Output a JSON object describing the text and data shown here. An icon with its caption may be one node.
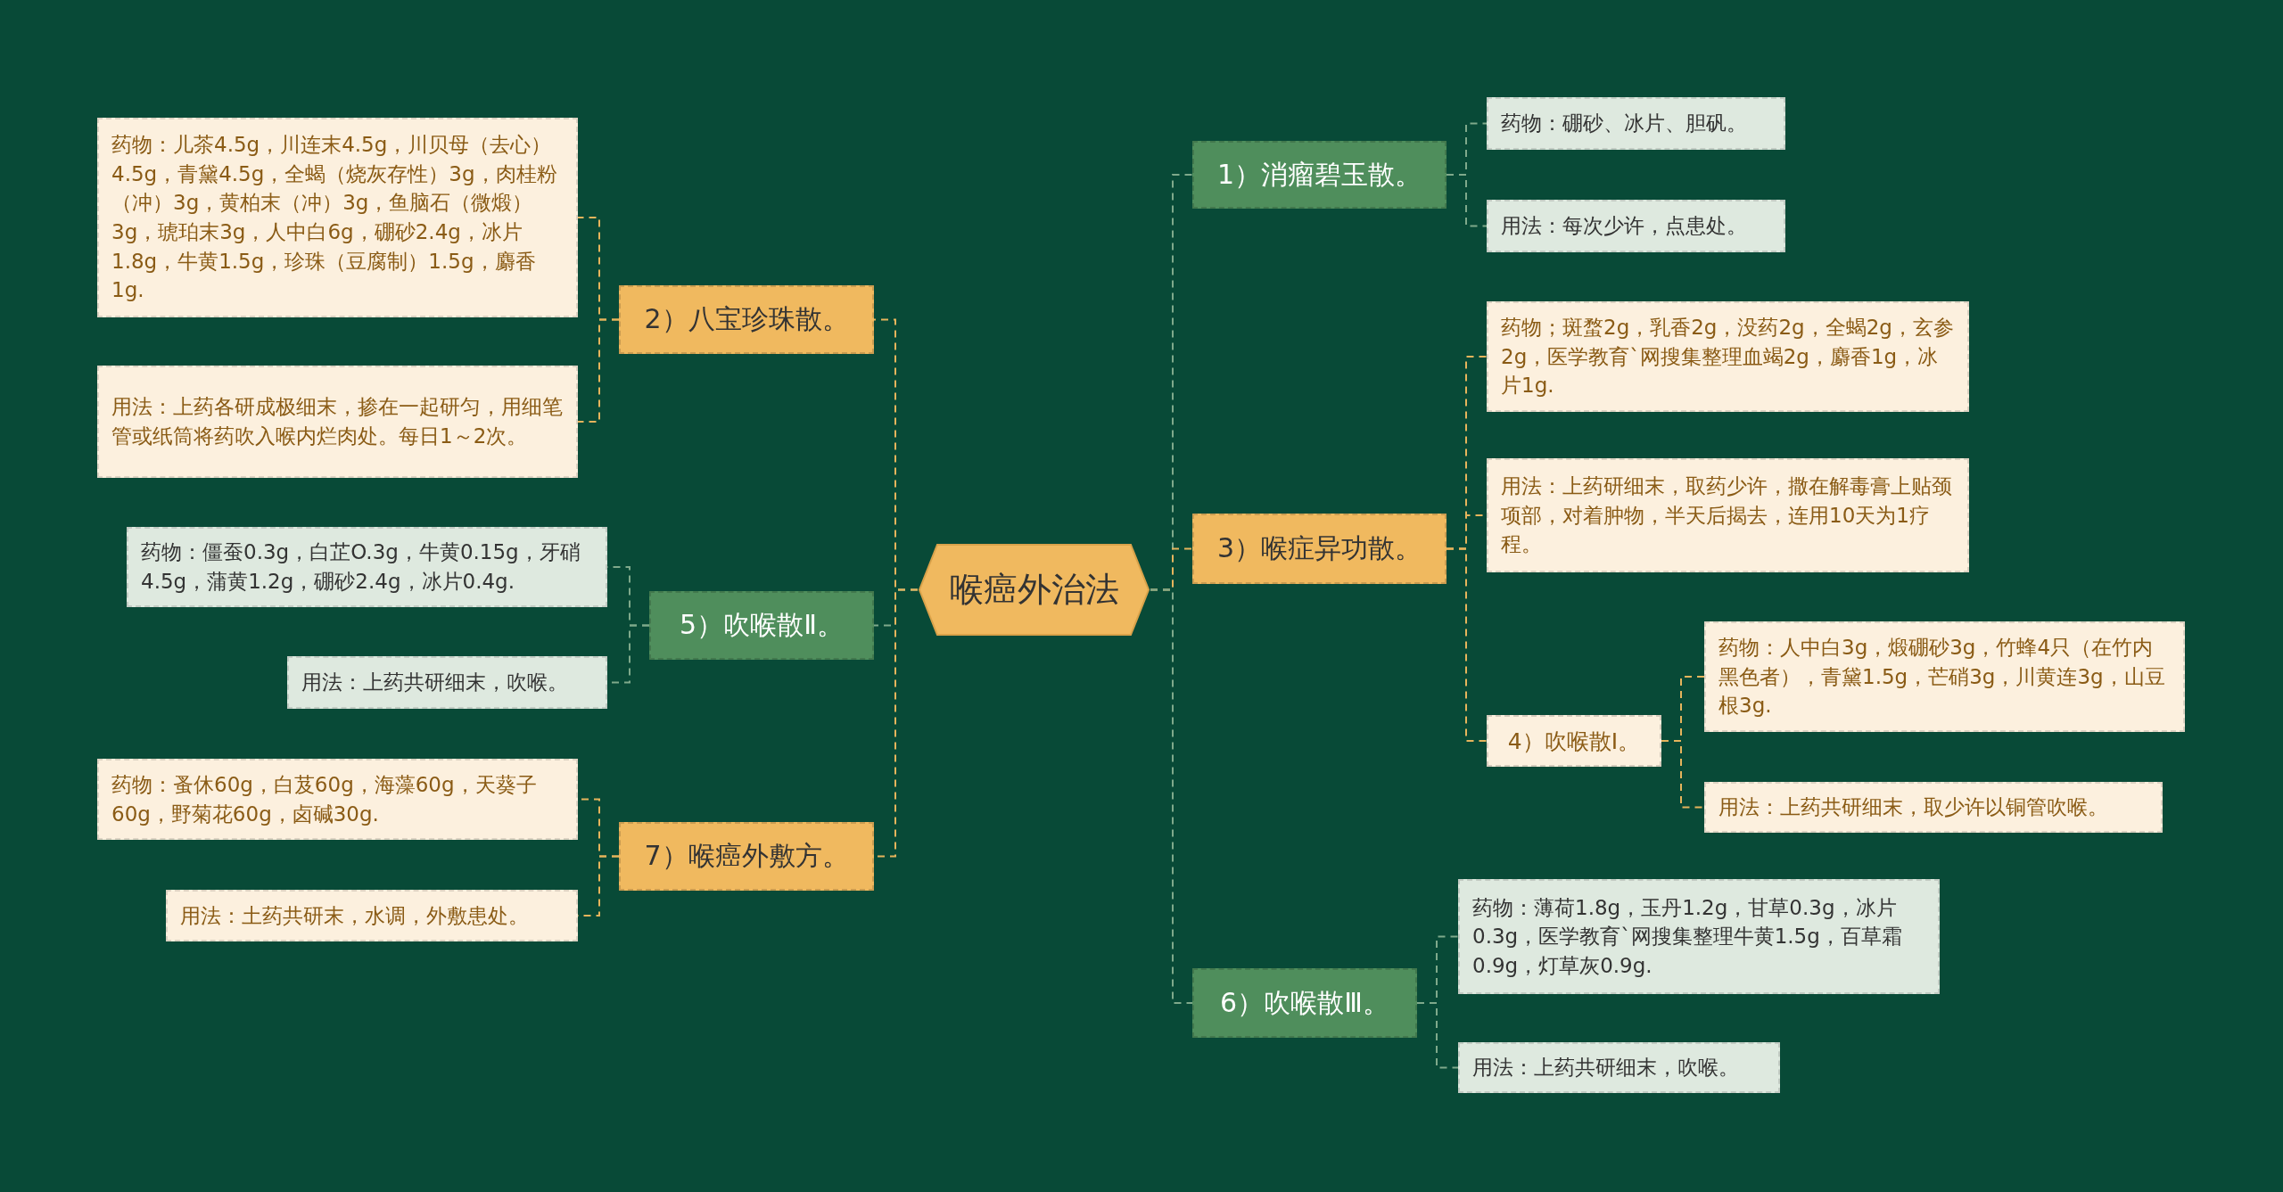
{
  "diagram": {
    "nodes": [
      {
        "text": [
          "喉癌外治法"
        ]
      },
      {
        "text": [
          "1）消瘤碧玉散。"
        ]
      },
      {
        "text": [
          "药物：硼砂、冰片、胆矾。"
        ]
      },
      {
        "text": [
          "用法：每次少许，点患处。"
        ]
      },
      {
        "text": [
          "3）喉症异功散。"
        ]
      },
      {
        "text": [
          "药物；斑蝥2g，乳香2g，没药2g，全蝎2g，玄参2g，医学教育`网搜集整理血竭2g，麝香1g，冰片1g."
        ]
      },
      {
        "text": [
          "用法：上药研细末，取药少许，撒在解毒膏上贴颈项部，对着肿物，半天后揭去，连用10天为1疗程。"
        ]
      },
      {
        "text": [
          "4）吹喉散Ⅰ。"
        ]
      },
      {
        "text": [
          "药物：人中白3g，煅硼砂3g，竹蜂4只（在竹内黑色者），青黛1.5g，芒硝3g，川黄连3g，山豆根3g."
        ]
      },
      {
        "text": [
          "用法：上药共研细末，取少许以铜管吹喉。"
        ]
      },
      {
        "text": [
          "6）吹喉散Ⅲ。"
        ]
      },
      {
        "text": [
          "药物：薄荷1.8g，玉丹1.2g，甘草0.3g，冰片0.3g，医学教育`网搜集整理牛黄1.5g，百草霜0.9g，灯草灰0.9g."
        ]
      },
      {
        "text": [
          "用法：上药共研细末，吹喉。"
        ]
      },
      {
        "text": [
          "2）八宝珍珠散。"
        ]
      },
      {
        "text": [
          "药物：儿茶4.5g，川连末4.5g，川贝母（去心）4.5g，青黛4.5g，全蝎（烧灰存性）3g，肉桂粉（冲）3g，黄柏末（冲）3g，鱼脑石（微煅）3g，琥珀末3g，人中白6g，硼砂2.4g，冰片1.8g，牛黄1.5g，珍珠（豆腐制）1.5g，麝香1g."
        ]
      },
      {
        "text": [
          "用法：上药各研成极细末，掺在一起研匀，用细笔管或纸筒将药吹入喉内烂肉处。每日1～2次。"
        ]
      },
      {
        "text": [
          "5）吹喉散Ⅱ。"
        ]
      },
      {
        "text": [
          "药物：僵蚕0.3g，白芷O.3g，牛黄0.15g，牙硝4.5g，蒲黄1.2g，硼砂2.4g，冰片0.4g."
        ]
      },
      {
        "text": [
          "用法：上药共研细末，吹喉。"
        ]
      },
      {
        "text": [
          "7）喉癌外敷方。"
        ]
      },
      {
        "text": [
          "药物：蚤休60g，白芨60g，海藻60g，天葵子60g，野菊花60g，卤碱30g."
        ]
      },
      {
        "text": [
          "用法：土药共研末，水调，外敷患处。"
        ]
      }
    ],
    "edges": [
      {
        "from": 0,
        "to": 1,
        "arrow": "none",
        "style": "dashed",
        "color": "#7fa98b"
      },
      {
        "from": 1,
        "to": 2,
        "arrow": "none",
        "style": "dashed",
        "color": "#7fa98b"
      },
      {
        "from": 1,
        "to": 3,
        "arrow": "none",
        "style": "dashed",
        "color": "#7fa98b"
      },
      {
        "from": 0,
        "to": 4,
        "arrow": "none",
        "style": "dashed"
      },
      {
        "from": 4,
        "to": 5,
        "arrow": "none",
        "style": "dashed"
      },
      {
        "from": 4,
        "to": 6,
        "arrow": "none",
        "style": "dashed"
      },
      {
        "from": 4,
        "to": 7,
        "arrow": "none",
        "style": "dashed"
      },
      {
        "from": 7,
        "to": 8,
        "arrow": "none",
        "style": "dashed"
      },
      {
        "from": 7,
        "to": 9,
        "arrow": "none",
        "style": "dashed"
      },
      {
        "from": 0,
        "to": 10,
        "arrow": "none",
        "style": "dashed",
        "color": "#7fa98b"
      },
      {
        "from": 10,
        "to": 11,
        "arrow": "none",
        "style": "dashed",
        "color": "#7fa98b"
      },
      {
        "from": 10,
        "to": 12,
        "arrow": "none",
        "style": "dashed",
        "color": "#7fa98b"
      },
      {
        "from": 0,
        "to": 13,
        "arrow": "none",
        "style": "dashed"
      },
      {
        "from": 13,
        "to": 14,
        "arrow": "none",
        "style": "dashed"
      },
      {
        "from": 13,
        "to": 15,
        "arrow": "none",
        "style": "dashed"
      },
      {
        "from": 0,
        "to": 16,
        "arrow": "none",
        "style": "dashed",
        "color": "#7fa98b"
      },
      {
        "from": 16,
        "to": 17,
        "arrow": "none",
        "style": "dashed",
        "color": "#7fa98b"
      },
      {
        "from": 16,
        "to": 18,
        "arrow": "none",
        "style": "dashed",
        "color": "#7fa98b"
      },
      {
        "from": 0,
        "to": 19,
        "arrow": "none",
        "style": "dashed"
      },
      {
        "from": 19,
        "to": 20,
        "arrow": "none",
        "style": "dashed"
      },
      {
        "from": 19,
        "to": 21,
        "arrow": "none",
        "style": "dashed"
      }
    ]
  }
}
